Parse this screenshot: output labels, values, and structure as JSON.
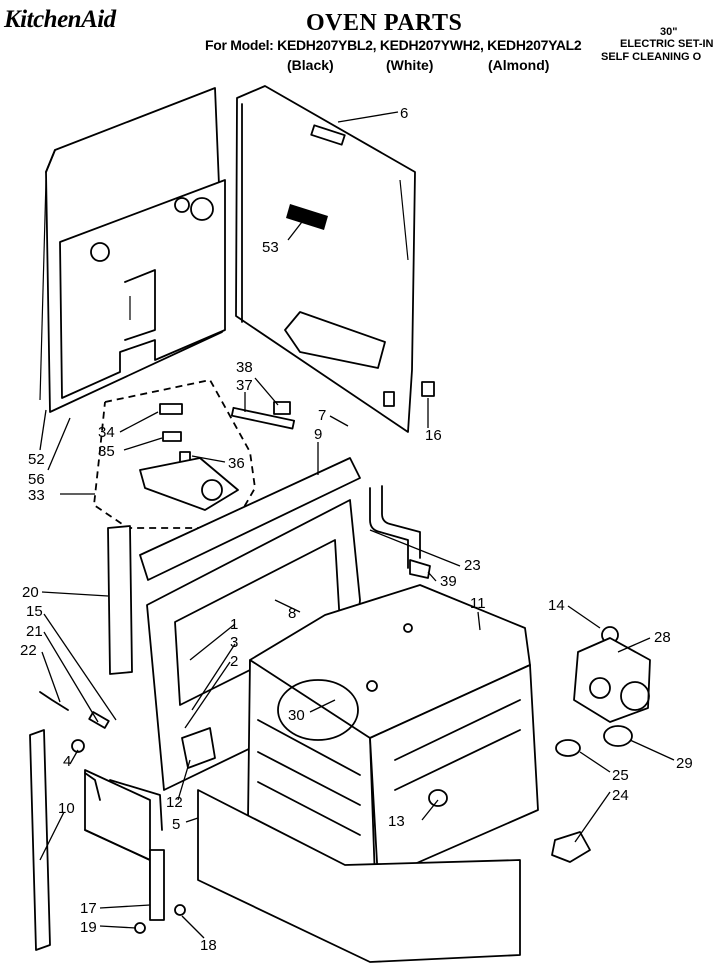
{
  "header": {
    "brand": "KitchenAid",
    "title": "OVEN PARTS",
    "model_line": "For Model: KEDH207YBL2, KEDH207YWH2, KEDH207YAL2",
    "colors": [
      "(Black)",
      "(White)",
      "(Almond)"
    ],
    "side_note": [
      "30\"",
      "ELECTRIC SET-IN",
      "SELF CLEANING O"
    ]
  },
  "callouts": [
    "1",
    "2",
    "3",
    "4",
    "5",
    "6",
    "7",
    "8",
    "9",
    "10",
    "11",
    "12",
    "13",
    "14",
    "15",
    "16",
    "17",
    "18",
    "19",
    "20",
    "21",
    "22",
    "23",
    "24",
    "25",
    "28",
    "29",
    "30",
    "33",
    "34",
    "35",
    "36",
    "37",
    "38",
    "39",
    "52",
    "53",
    "56"
  ]
}
